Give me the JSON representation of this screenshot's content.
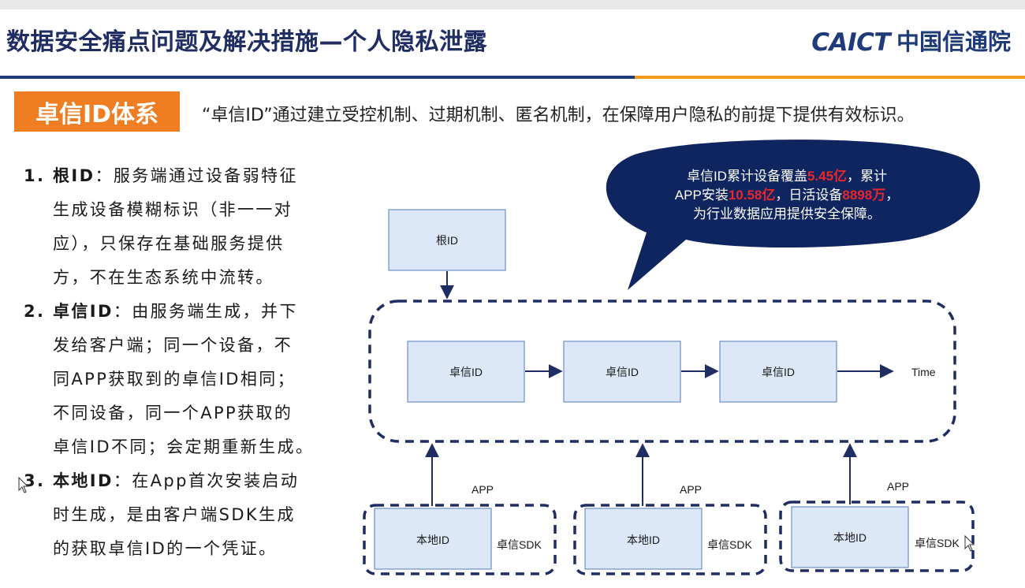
{
  "header": {
    "title": "数据安全痛点问题及解决措施—个人隐私泄露",
    "logo_latin": "CAICT",
    "logo_cn": "中国信通院"
  },
  "badge": {
    "label": "卓信ID体系"
  },
  "intro": "“卓信ID”通过建立受控机制、过期机制、匿名机制，在保障用户隐私的前提下提供有效标识。",
  "list": [
    {
      "num": "1.",
      "term": "根ID",
      "lines": [
        "：服务端通过设备弱特征",
        "生成设备模糊标识（非一一对",
        "应），只保存在基础服务提供",
        "方，不在生态系统中流转。"
      ]
    },
    {
      "num": "2.",
      "term": "卓信ID",
      "lines": [
        "：由服务端生成，并下",
        "发给客户端；同一个设备，不",
        "同APP获取到的卓信ID相同；",
        "不同设备，同一个APP获取的",
        "卓信ID不同；会定期重新生成。"
      ]
    },
    {
      "num": "3.",
      "term": "本地ID",
      "lines": [
        "：在App首次安装启动",
        "时生成，是由客户端SDK生成",
        "的获取卓信ID的一个凭证。"
      ]
    }
  ],
  "bubble": {
    "line1_a": "卓信ID累计设备覆盖",
    "line1_b": "5.45亿",
    "line1_c": "，累计",
    "line2_a": "APP安装",
    "line2_b": "10.58亿",
    "line2_c": "，日活设备",
    "line2_d": "8898万",
    "line2_e": "，",
    "line3": "为行业数据应用提供安全保障。"
  },
  "diagram": {
    "root_id": "根ID",
    "zhuoxin_ids": [
      "卓信ID",
      "卓信ID",
      "卓信ID"
    ],
    "time_label": "Time",
    "app_label": "APP",
    "local_id": "本地ID",
    "sdk_label": "卓信SDK"
  },
  "colors": {
    "navy": "#1f2d63",
    "badge_orange": "#ef7d22",
    "highlight_red": "#e8262b",
    "box_fill": "#dce8f8",
    "box_border": "#6f8fc4"
  }
}
